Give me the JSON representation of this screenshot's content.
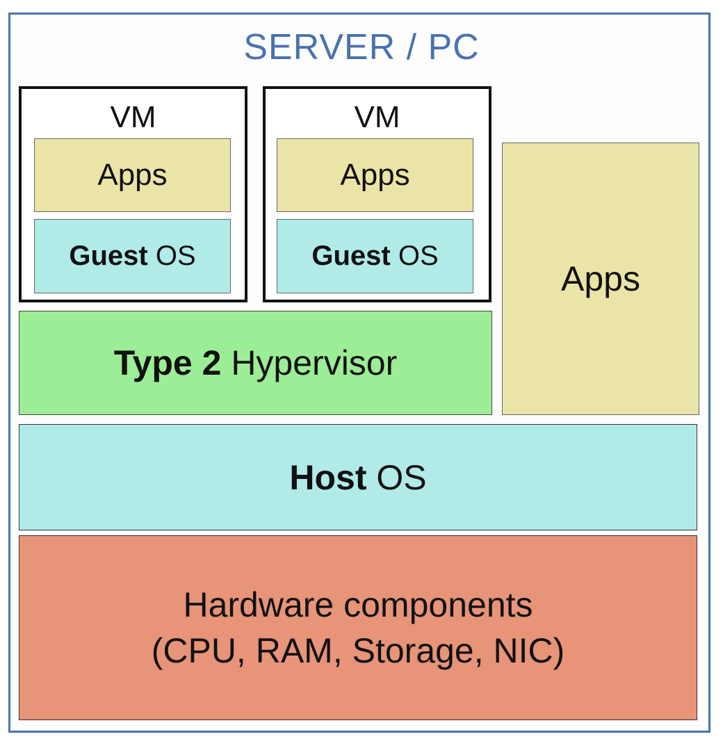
{
  "title": "SERVER / PC",
  "vms": [
    {
      "label": "VM",
      "apps": "Apps",
      "guest_os": {
        "bold": "Guest",
        "rest": " OS"
      }
    },
    {
      "label": "VM",
      "apps": "Apps",
      "guest_os": {
        "bold": "Guest",
        "rest": " OS"
      }
    }
  ],
  "host_apps": "Apps",
  "hypervisor": {
    "bold": "Type 2",
    "rest": " Hypervisor"
  },
  "host_os": {
    "bold": "Host",
    "rest": " OS"
  },
  "hardware": {
    "line1": "Hardware components",
    "line2": "(CPU, RAM, Storage, NIC)"
  },
  "colors": {
    "frame_border": "#4a72b0",
    "apps": "#ebe4a7",
    "os": "#b0ebe8",
    "hypervisor": "#9bee96",
    "hardware": "#e79479"
  }
}
